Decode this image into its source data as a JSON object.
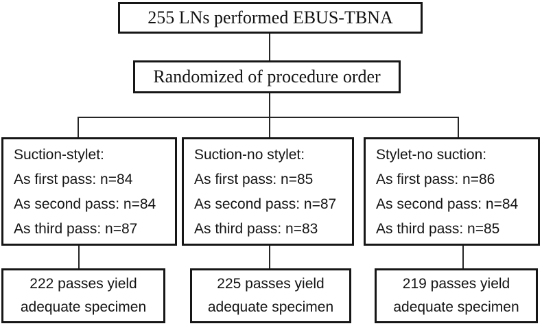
{
  "diagram": {
    "top_box": {
      "label": "255 LNs performed EBUS-TBNA"
    },
    "randomization_box": {
      "label": "Randomized of procedure order"
    },
    "arms": [
      {
        "title": "Suction-stylet:",
        "lines": [
          "As first pass: n=84",
          "As second pass: n=84",
          "As third pass: n=87"
        ],
        "outcome": {
          "line1": "222 passes yield",
          "line2": "adequate specimen"
        }
      },
      {
        "title": "Suction-no stylet:",
        "lines": [
          "As first pass: n=85",
          "As second pass: n=87",
          "As third pass: n=83"
        ],
        "outcome": {
          "line1": "225 passes yield",
          "line2": "adequate specimen"
        }
      },
      {
        "title": "Stylet-no suction:",
        "lines": [
          "As first pass: n=86",
          "As second pass: n=84",
          "As third pass: n=85"
        ],
        "outcome": {
          "line1": "219 passes yield",
          "line2": "adequate specimen"
        }
      }
    ],
    "colors": {
      "border": "#161616",
      "text": "#131313",
      "line": "#252525",
      "background": "#ffffff"
    }
  }
}
